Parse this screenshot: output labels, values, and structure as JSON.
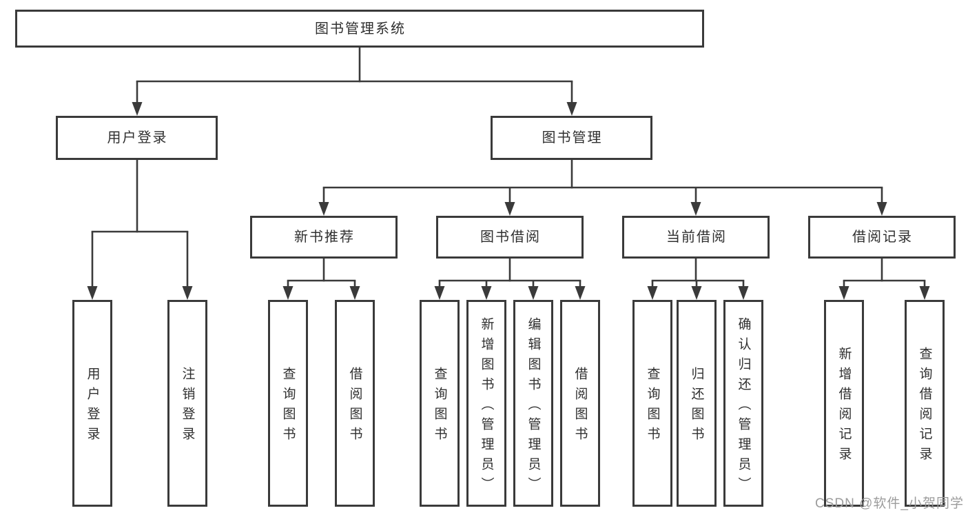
{
  "diagram": {
    "type": "hierarchy-chart",
    "tree": {
      "label": "图书管理系统",
      "children": [
        {
          "label": "用户登录",
          "children": [
            {
              "label": "用户登录"
            },
            {
              "label": "注销登录"
            }
          ]
        },
        {
          "label": "图书管理",
          "children": [
            {
              "label": "新书推荐",
              "children": [
                {
                  "label": "查询图书"
                },
                {
                  "label": "借阅图书"
                }
              ]
            },
            {
              "label": "图书借阅",
              "children": [
                {
                  "label": "查询图书"
                },
                {
                  "label": "新增图书（管理员）"
                },
                {
                  "label": "编辑图书（管理员）"
                },
                {
                  "label": "借阅图书"
                }
              ]
            },
            {
              "label": "当前借阅",
              "children": [
                {
                  "label": "查询图书"
                },
                {
                  "label": "归还图书"
                },
                {
                  "label": "确认归还（管理员）"
                }
              ]
            },
            {
              "label": "借阅记录",
              "children": [
                {
                  "label": "新增借阅记录"
                },
                {
                  "label": "查询借阅记录"
                }
              ]
            }
          ]
        }
      ]
    },
    "colors": {
      "line": "#3a3a3a",
      "text": "#2f2f2f",
      "background": "#ffffff",
      "watermark": "#9c9c9c"
    }
  },
  "watermark": {
    "text": "CSDN @软件_小贺同学"
  }
}
